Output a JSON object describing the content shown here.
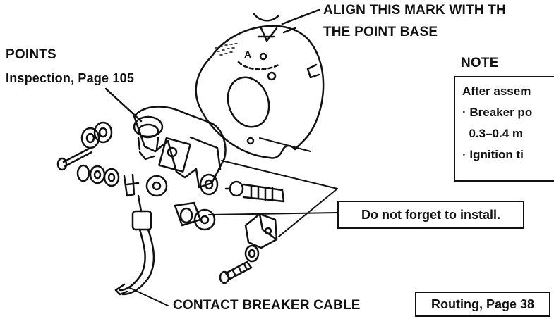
{
  "align_mark": {
    "line1": "ALIGN THIS MARK WITH TH",
    "line2": "THE POINT BASE"
  },
  "points": {
    "title": "POINTS",
    "subtitle": "Inspection, Page 105"
  },
  "note": {
    "title": "NOTE",
    "lines": [
      "After assem",
      "· Breaker po",
      "  0.3–0.4 m",
      "· Ignition ti"
    ]
  },
  "callouts": {
    "do_not_forget": "Do not forget to install.",
    "cable": "CONTACT BREAKER CABLE",
    "routing": "Routing, Page 38"
  },
  "plate_marking": "A"
}
